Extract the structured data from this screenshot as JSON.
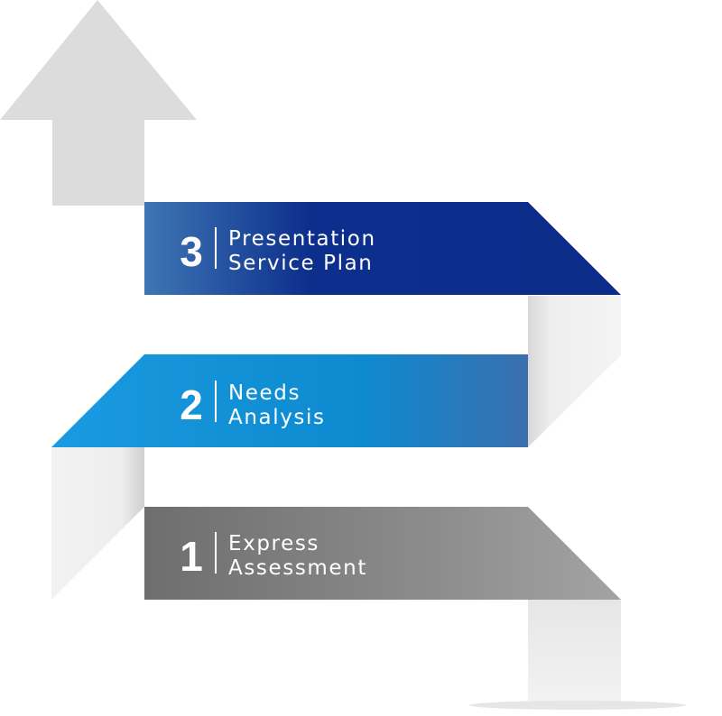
{
  "steps": [
    {
      "number": "1",
      "line1": "Express",
      "line2": "Assessment"
    },
    {
      "number": "2",
      "line1": "Needs",
      "line2": "Analysis"
    },
    {
      "number": "3",
      "line1": "Presentation",
      "line2": "Service Plan"
    }
  ],
  "colors": {
    "step1": "#7a7a7a",
    "step2": "#1792d4",
    "step3": "#0c2c8a",
    "arrow": "#dcdcdc",
    "fold": "#eeeeee"
  }
}
